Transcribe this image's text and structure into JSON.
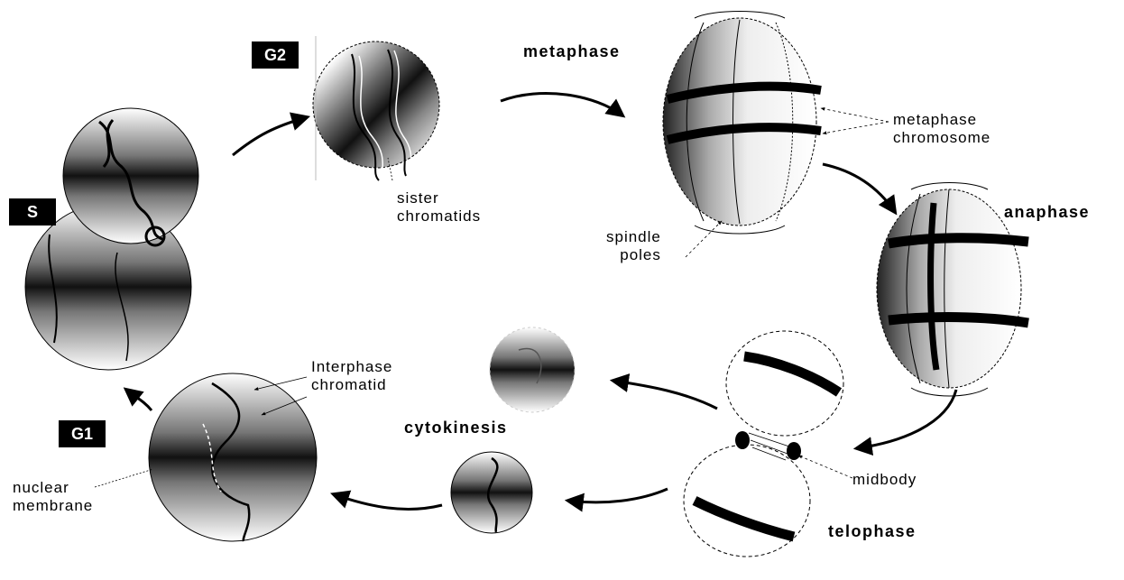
{
  "tags": {
    "g2": "G2",
    "s": "S",
    "g1": "G1"
  },
  "stages": {
    "metaphase": "metaphase",
    "anaphase": "anaphase",
    "telophase": "telophase",
    "cytokinesis": "cytokinesis"
  },
  "callouts": {
    "sister_chromatids": [
      "sister",
      "chromatids"
    ],
    "metaphase_chromosome": [
      "metaphase",
      "chromosome"
    ],
    "spindle_poles": [
      "spindle",
      "poles"
    ],
    "interphase_chromatid": [
      "Interphase",
      "chromatid"
    ],
    "midbody": "midbody",
    "nuclear_membrane": [
      "nuclear",
      "membrane"
    ]
  },
  "colors": {
    "ink": "#000000",
    "tag_bg": "#000000",
    "tag_fg": "#ffffff"
  }
}
